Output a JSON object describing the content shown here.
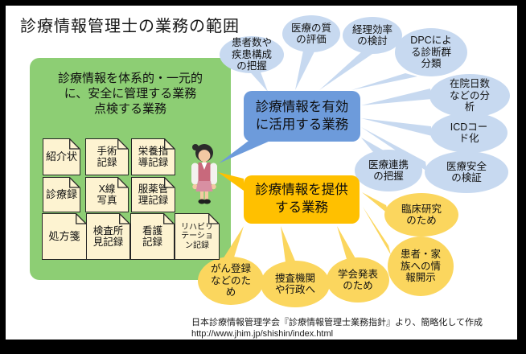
{
  "title": "診療情報管理士の業務の範囲",
  "green_panel": {
    "heading": "診療情報を体系的・一元的\nに、安全に管理する業務\n点検する業務",
    "documents": [
      "紹介状",
      "手術\n記録",
      "栄養指\n導記録",
      "診療録",
      "X線\n写真",
      "服薬管\n理記録",
      "処方箋",
      "検査所\n見記録",
      "看護\n記録",
      "リハビリ\nテーショ\nン記録"
    ]
  },
  "utilize": {
    "label": "診療情報を有効\nに活用する業務",
    "items": [
      "患者数や\n疾患構成\nの把握",
      "医療の質\nの評価",
      "経理効率\nの検討",
      "DPCによ\nる診断群\n分類",
      "在院日数\nなどの分\n析",
      "ICDコー\nド化",
      "医療連携\nの把握",
      "医療安全\nの検証"
    ]
  },
  "provide": {
    "label": "診療情報を提供\nする業務",
    "items": [
      "臨床研究\nのため",
      "患者・家\n族への情\n報開示",
      "学会発表\nのため",
      "捜査機関\nや行政へ",
      "がん登録\nなどのた\nめ"
    ]
  },
  "footer": {
    "source": "日本診療情報管理学会『診療情報管理士業務指針』より、簡略化して作成",
    "url": "http://www.jhim.jp/shishin/index.html"
  },
  "colors": {
    "frame": "#000000",
    "green_panel": "#8DCE74",
    "blue_callout": "#6D9BDB",
    "blue_bubble": "#C7D9F0",
    "orange_callout": "#FFC000",
    "orange_bubble": "#FBD65E",
    "document_fill": "#FDF3D1"
  }
}
